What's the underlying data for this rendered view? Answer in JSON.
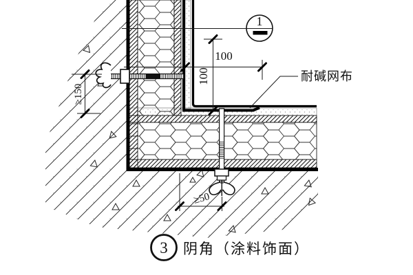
{
  "drawing": {
    "background": "#ffffff",
    "line_color": "#1a1a1a",
    "section_marker": {
      "number": "1"
    },
    "dimensions": {
      "mesh_return_vertical": "100",
      "mesh_return_horizontal": "100",
      "anchor_edge_distance_wall": "≥150",
      "anchor_edge_distance_soffit": "≥50"
    },
    "labels": {
      "mesh": "耐碱网布"
    },
    "caption": {
      "number": "3",
      "title": "阴角（涂料饰面）"
    }
  }
}
